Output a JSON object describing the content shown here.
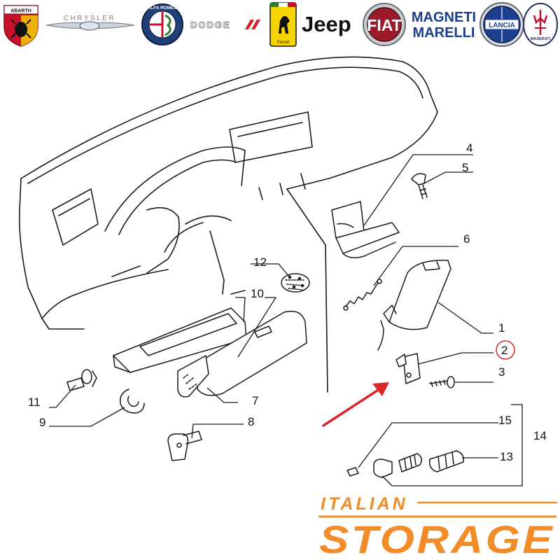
{
  "brands": {
    "abarth": "ABARTH",
    "chrysler": "CHRYSLER",
    "alfa_romeo": "ALFA ROMEO",
    "dodge": "DODGE",
    "ferrari": "Ferrari",
    "jeep": "Jeep",
    "fiat": "FIAT",
    "magneti_marelli_line1": "MAGNETI",
    "magneti_marelli_line2": "MARELLI",
    "lancia": "LANCIA",
    "maserati": "MASERATI"
  },
  "callouts": {
    "c1": "1",
    "c2": "2",
    "c3": "3",
    "c4": "4",
    "c5": "5",
    "c6": "6",
    "c7": "7",
    "c8": "8",
    "c9": "9",
    "c10": "10",
    "c11": "11",
    "c12": "12",
    "c13": "13",
    "c14": "14",
    "c15": "15"
  },
  "watermark": {
    "line1": "ITALIAN",
    "line2": "STORAGE"
  },
  "colors": {
    "ink": "#1a1a1a",
    "highlight_red": "#d9262b",
    "watermark_orange": "#f28c28",
    "abarth_red": "#c8102e",
    "abarth_yellow": "#f2c200",
    "ferrari_yellow": "#f5d400",
    "fiat_red": "#9b1b2a",
    "lancia_blue": "#1d3f8f",
    "marelli_blue": "#1a3e8c"
  }
}
